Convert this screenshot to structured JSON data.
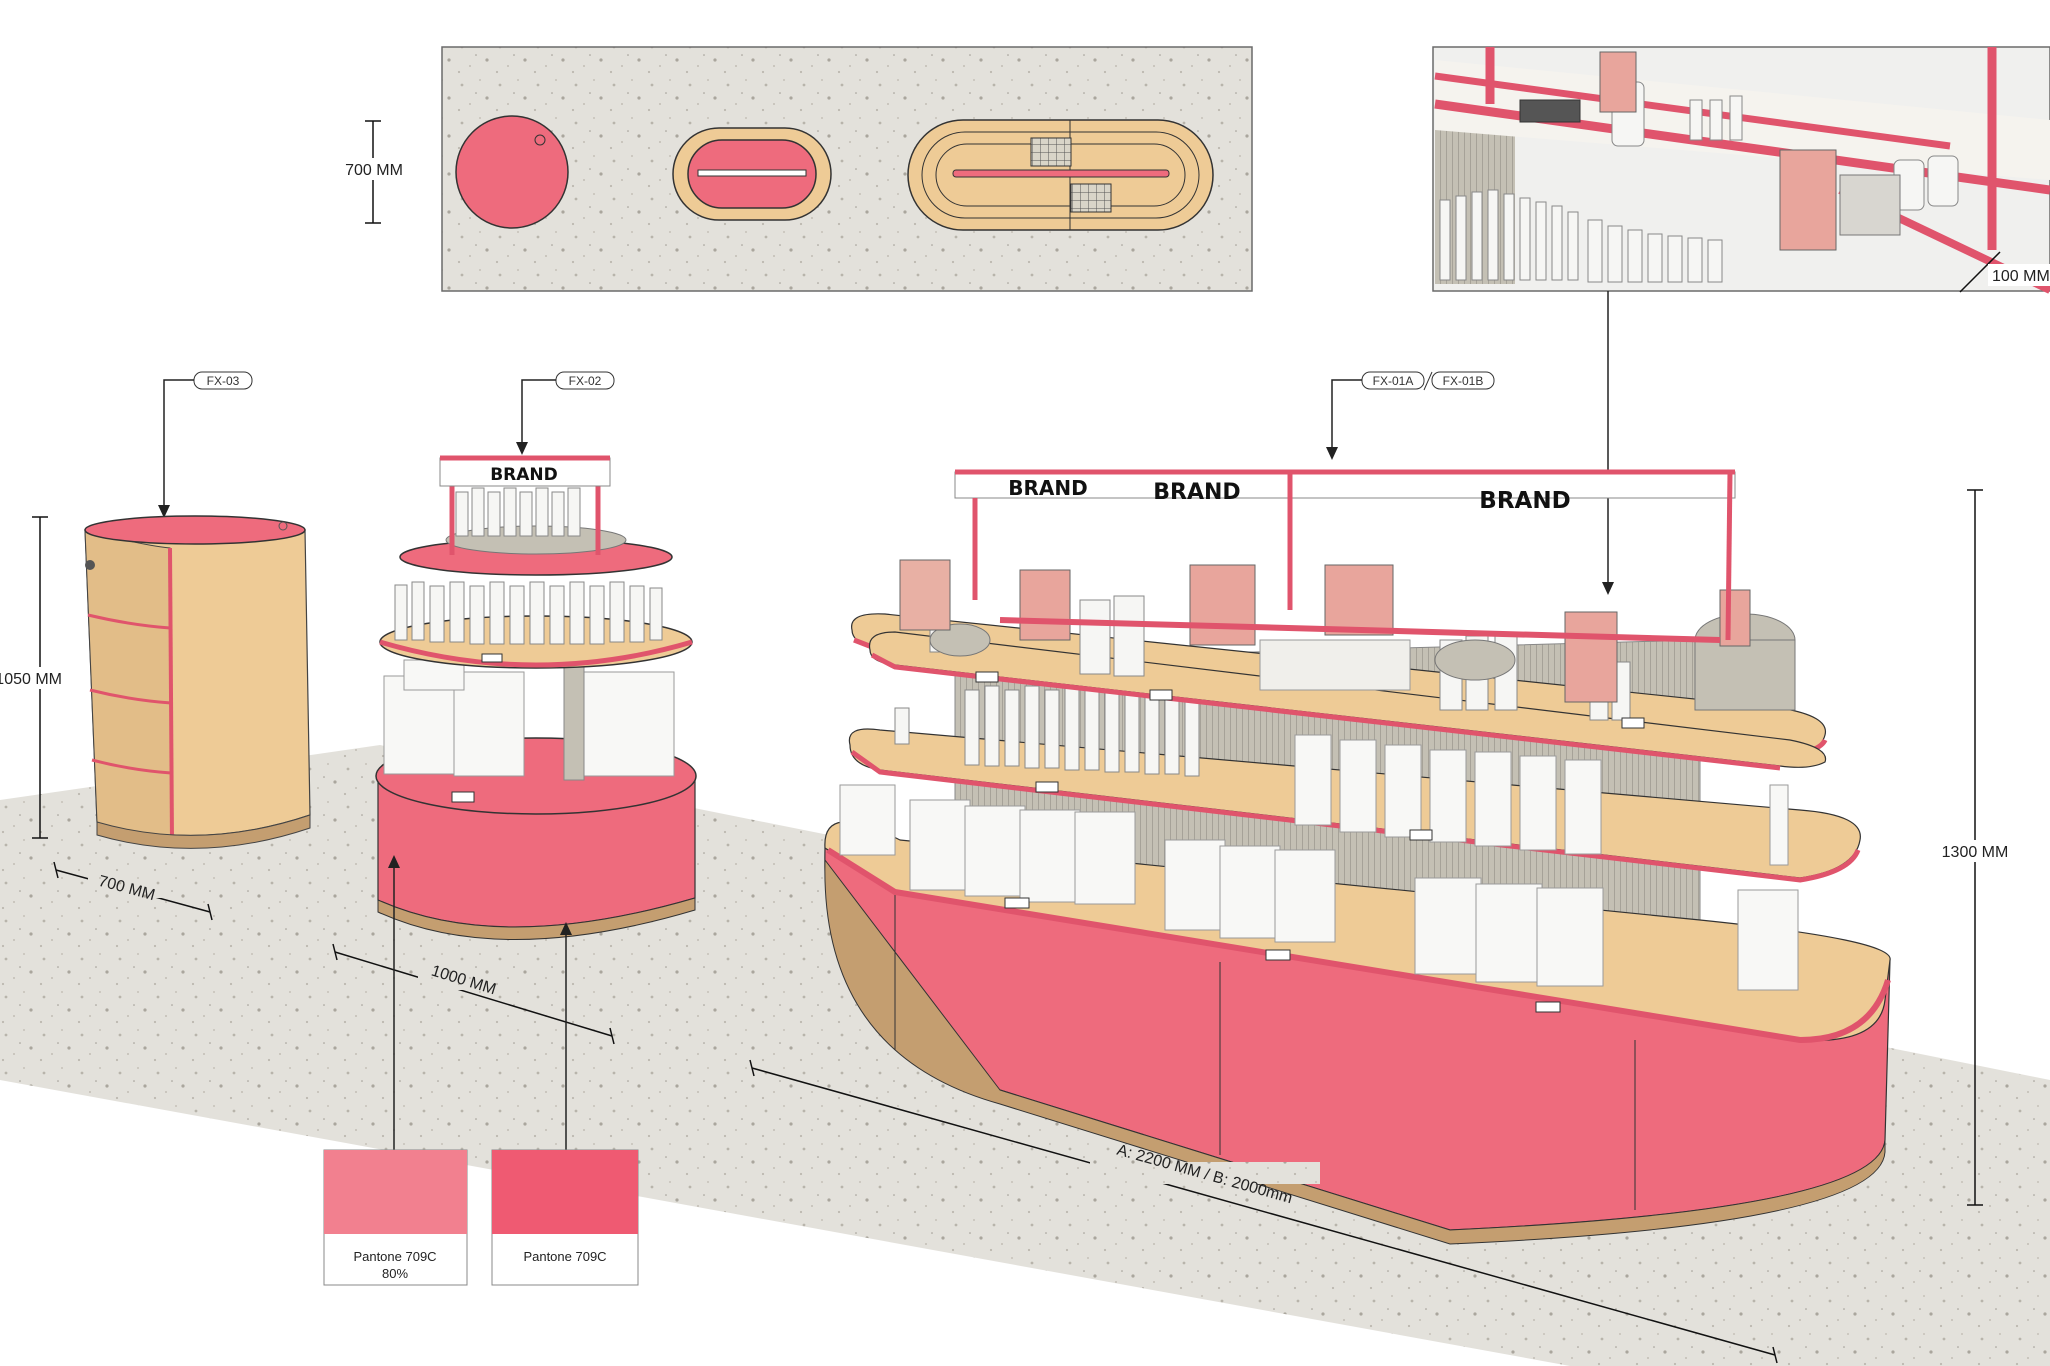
{
  "colors": {
    "pantone_709c": "#ef5a72",
    "pantone_709c_80": "#f2808f",
    "wood": "#eecb96",
    "floor": "#e4e2dc",
    "shelf_grey": "#b9b6ac"
  },
  "plan": {
    "height_label": "700 MM"
  },
  "detail": {
    "dim_label": "100 MM"
  },
  "fixtures": {
    "fx03": {
      "tag": "FX-03",
      "height_label": "1050 MM",
      "width_label": "700 MM"
    },
    "fx02": {
      "tag": "FX-02",
      "width_label": "1000 MM",
      "brand": "BRAND"
    },
    "fx01": {
      "tag_a": "FX-01A",
      "tag_b": "FX-01B",
      "height_label": "1300 MM",
      "length_label": "A: 2200 MM / B: 2000mm",
      "brands": [
        "BRAND",
        "BRAND",
        "BRAND"
      ]
    }
  },
  "swatches": [
    {
      "line1": "Pantone 709C",
      "line2": "80%",
      "color": "#f2808f"
    },
    {
      "line1": "Pantone 709C",
      "line2": "",
      "color": "#ef5a72"
    }
  ]
}
